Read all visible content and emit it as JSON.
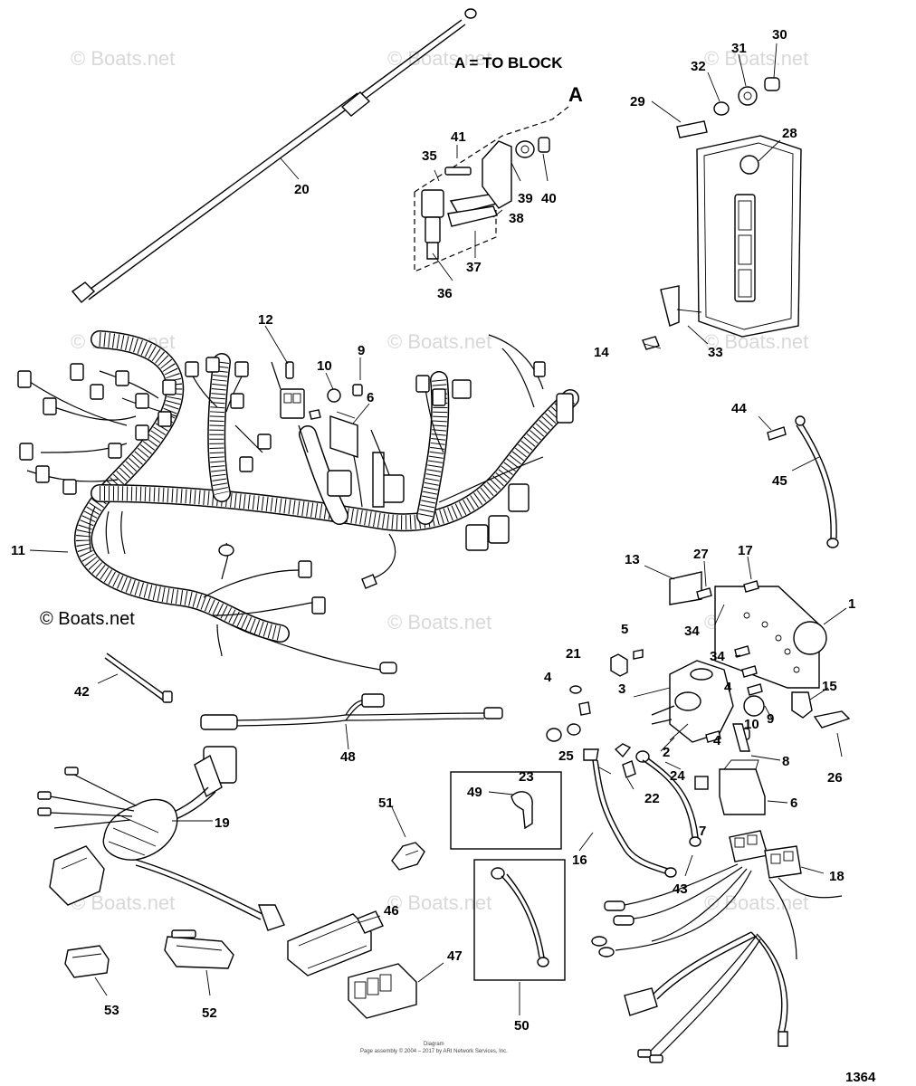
{
  "diagram": {
    "note": "A = TO BLOCK",
    "detail_letter": "A",
    "watermark": "© Boats.net",
    "page_number": "1364",
    "footer_line1": "Diagram",
    "footer_line2": "Page assembly © 2004 – 2017 by ARI Network Services, Inc.",
    "callouts": [
      {
        "id": "c20",
        "label": "20"
      },
      {
        "id": "c41",
        "label": "41"
      },
      {
        "id": "c35",
        "label": "35"
      },
      {
        "id": "c39",
        "label": "39"
      },
      {
        "id": "c40",
        "label": "40"
      },
      {
        "id": "c38",
        "label": "38"
      },
      {
        "id": "c37",
        "label": "37"
      },
      {
        "id": "c36",
        "label": "36"
      },
      {
        "id": "c30",
        "label": "30"
      },
      {
        "id": "c31",
        "label": "31"
      },
      {
        "id": "c32",
        "label": "32"
      },
      {
        "id": "c29",
        "label": "29"
      },
      {
        "id": "c28",
        "label": "28"
      },
      {
        "id": "c14",
        "label": "14"
      },
      {
        "id": "c33",
        "label": "33"
      },
      {
        "id": "c12",
        "label": "12"
      },
      {
        "id": "c9a",
        "label": "9"
      },
      {
        "id": "c10a",
        "label": "10"
      },
      {
        "id": "c6a",
        "label": "6"
      },
      {
        "id": "c44",
        "label": "44"
      },
      {
        "id": "c45",
        "label": "45"
      },
      {
        "id": "c11",
        "label": "11"
      },
      {
        "id": "c13",
        "label": "13"
      },
      {
        "id": "c27",
        "label": "27"
      },
      {
        "id": "c17",
        "label": "17"
      },
      {
        "id": "c1",
        "label": "1"
      },
      {
        "id": "c34a",
        "label": "34"
      },
      {
        "id": "c34b",
        "label": "34"
      },
      {
        "id": "c5",
        "label": "5"
      },
      {
        "id": "c21",
        "label": "21"
      },
      {
        "id": "c4a",
        "label": "4"
      },
      {
        "id": "c4b",
        "label": "4"
      },
      {
        "id": "c4c",
        "label": "4"
      },
      {
        "id": "c3",
        "label": "3"
      },
      {
        "id": "c42",
        "label": "42"
      },
      {
        "id": "c15",
        "label": "15"
      },
      {
        "id": "c9b",
        "label": "9"
      },
      {
        "id": "c10b",
        "label": "10"
      },
      {
        "id": "c48",
        "label": "48"
      },
      {
        "id": "c25",
        "label": "25"
      },
      {
        "id": "c23",
        "label": "23"
      },
      {
        "id": "c2",
        "label": "2"
      },
      {
        "id": "c8",
        "label": "8"
      },
      {
        "id": "c26",
        "label": "26"
      },
      {
        "id": "c24",
        "label": "24"
      },
      {
        "id": "c22",
        "label": "22"
      },
      {
        "id": "c6b",
        "label": "6"
      },
      {
        "id": "c49",
        "label": "49"
      },
      {
        "id": "c19",
        "label": "19"
      },
      {
        "id": "c51",
        "label": "51"
      },
      {
        "id": "c7",
        "label": "7"
      },
      {
        "id": "c16",
        "label": "16"
      },
      {
        "id": "c43",
        "label": "43"
      },
      {
        "id": "c18",
        "label": "18"
      },
      {
        "id": "c46",
        "label": "46"
      },
      {
        "id": "c47",
        "label": "47"
      },
      {
        "id": "c53",
        "label": "53"
      },
      {
        "id": "c52",
        "label": "52"
      },
      {
        "id": "c50",
        "label": "50"
      }
    ]
  }
}
